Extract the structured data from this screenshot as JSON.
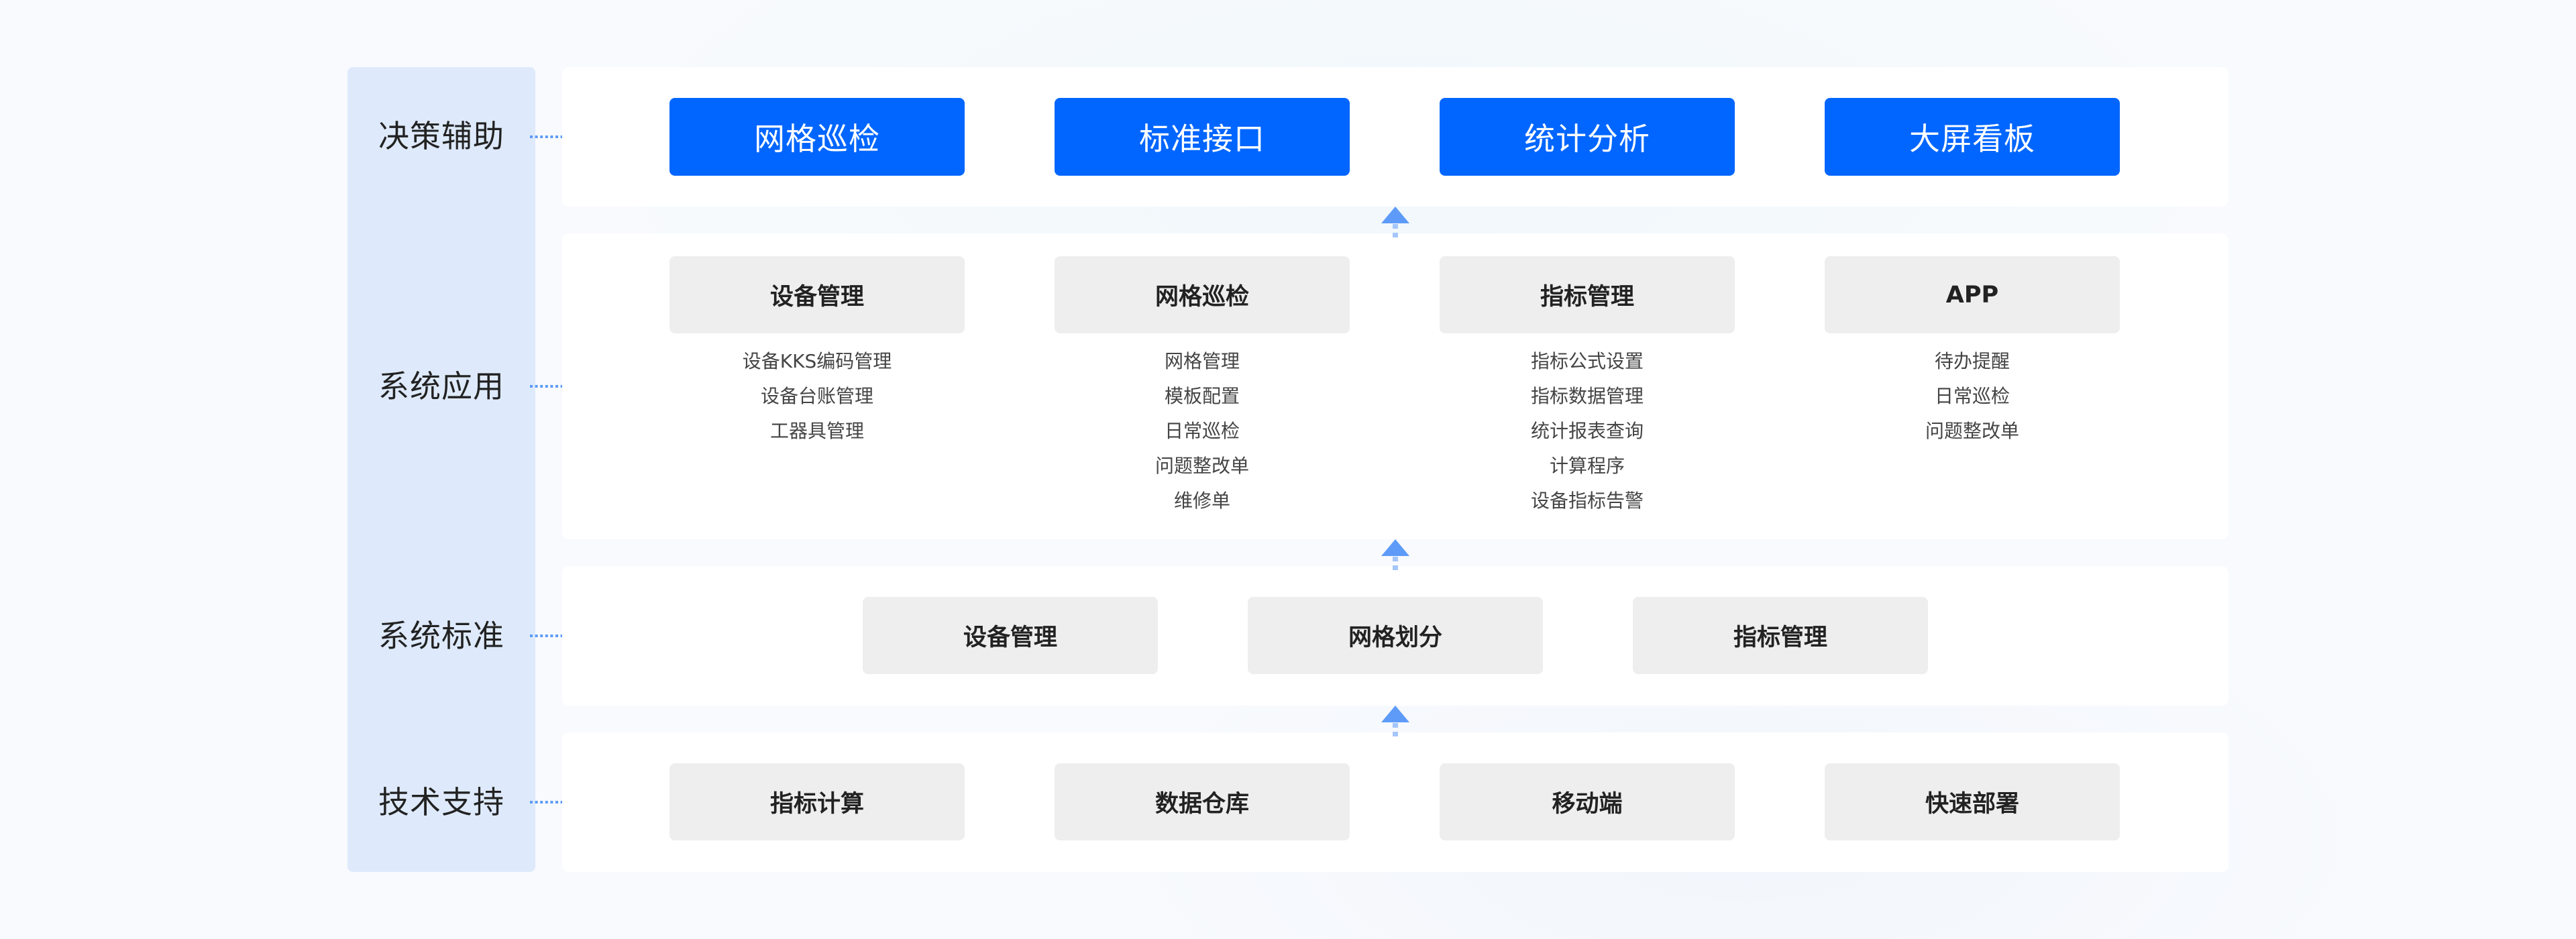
{
  "colors": {
    "accent_blue": "#0066FF",
    "panel_blue": "#DEEAFC",
    "arrow_blue": "#5E9BF8",
    "box_gray": "#EEEEEE",
    "card_white": "#FFFFFF",
    "text_dark": "#222222",
    "text_list": "#444444"
  },
  "layers": [
    {
      "label": "决策辅助",
      "items": [
        {
          "title": "网格巡检"
        },
        {
          "title": "标准接口"
        },
        {
          "title": "统计分析"
        },
        {
          "title": "大屏看板"
        }
      ]
    },
    {
      "label": "系统应用",
      "items": [
        {
          "title": "设备管理",
          "subitems": [
            "设备KKS编码管理",
            "设备台账管理",
            "工器具管理"
          ]
        },
        {
          "title": "网格巡检",
          "subitems": [
            "网格管理",
            "模板配置",
            "日常巡检",
            "问题整改单",
            "维修单"
          ]
        },
        {
          "title": "指标管理",
          "subitems": [
            "指标公式设置",
            "指标数据管理",
            "统计报表查询",
            "计算程序",
            "设备指标告警"
          ]
        },
        {
          "title": "APP",
          "subitems": [
            "待办提醒",
            "日常巡检",
            "问题整改单"
          ]
        }
      ]
    },
    {
      "label": "系统标准",
      "items": [
        {
          "title": "设备管理"
        },
        {
          "title": "网格划分"
        },
        {
          "title": "指标管理"
        }
      ]
    },
    {
      "label": "技术支持",
      "items": [
        {
          "title": "指标计算"
        },
        {
          "title": "数据仓库"
        },
        {
          "title": "移动端"
        },
        {
          "title": "快速部署"
        }
      ]
    }
  ],
  "icons": {
    "layer_pointer": "dotted-right-arrow-icon",
    "layer_flow": "dashed-up-arrow-icon"
  }
}
